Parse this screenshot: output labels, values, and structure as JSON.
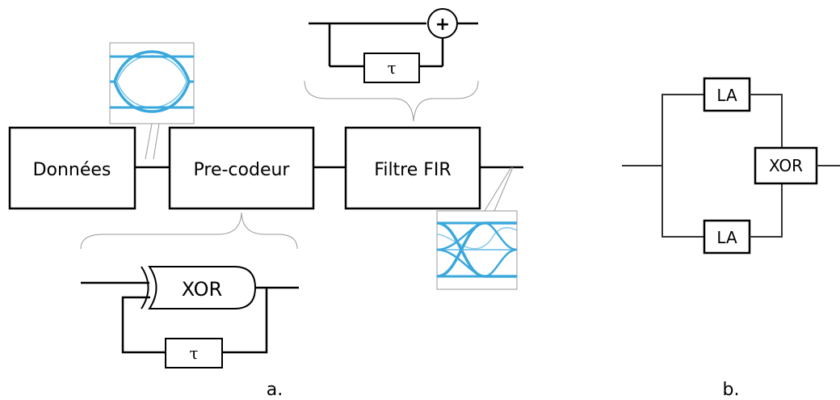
{
  "figure_a": {
    "caption": "a.",
    "blocks": {
      "donnees": "Données",
      "precodeur": "Pre-codeur",
      "filtre": "Filtre FIR"
    },
    "precoder_detail": {
      "xor_label": "XOR",
      "delay_label": "τ"
    },
    "fir_detail": {
      "delay_label": "τ",
      "adder_symbol": "+"
    },
    "eye_color": "#3aa8dc"
  },
  "figure_b": {
    "caption": "b.",
    "top_block": "LA",
    "bottom_block": "LA",
    "xor_block": "XOR"
  }
}
